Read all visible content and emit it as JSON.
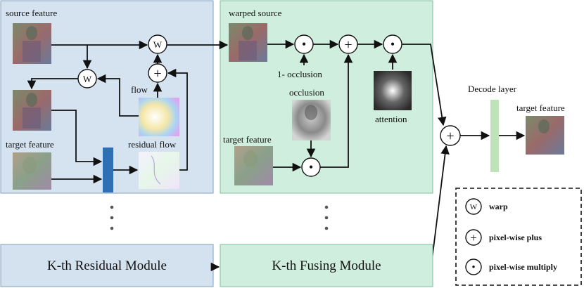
{
  "residual_panel": {
    "source_feature": "source feature",
    "target_feature": "target feature",
    "flow": "flow",
    "residual_flow": "residual flow"
  },
  "fusing_panel": {
    "warped_source": "warped source",
    "one_minus_occlusion": "1- occlusion",
    "occlusion": "occlusion",
    "attention": "attention",
    "target_feature": "target feature"
  },
  "decode": {
    "decode_layer": "Decode layer",
    "target_feature": "target feature"
  },
  "modules": {
    "residual_k": "K-th Residual Module",
    "fusing_k": "K-th Fusing Module"
  },
  "symbols": {
    "warp": "W",
    "plus": "+",
    "multiply": "•"
  },
  "legend": {
    "warp": "warp",
    "plus": "pixel-wise plus",
    "multiply": "pixel-wise multiply"
  },
  "colors": {
    "residual_panel_bg": "#d5e3f1",
    "fusing_panel_bg": "#cfeedd",
    "residual_module_bg": "#d4e2ef",
    "fusing_module_bg": "#cfeedd",
    "blue_bar": "#2f6fb3",
    "decode_bar": "#bfe3b9"
  }
}
